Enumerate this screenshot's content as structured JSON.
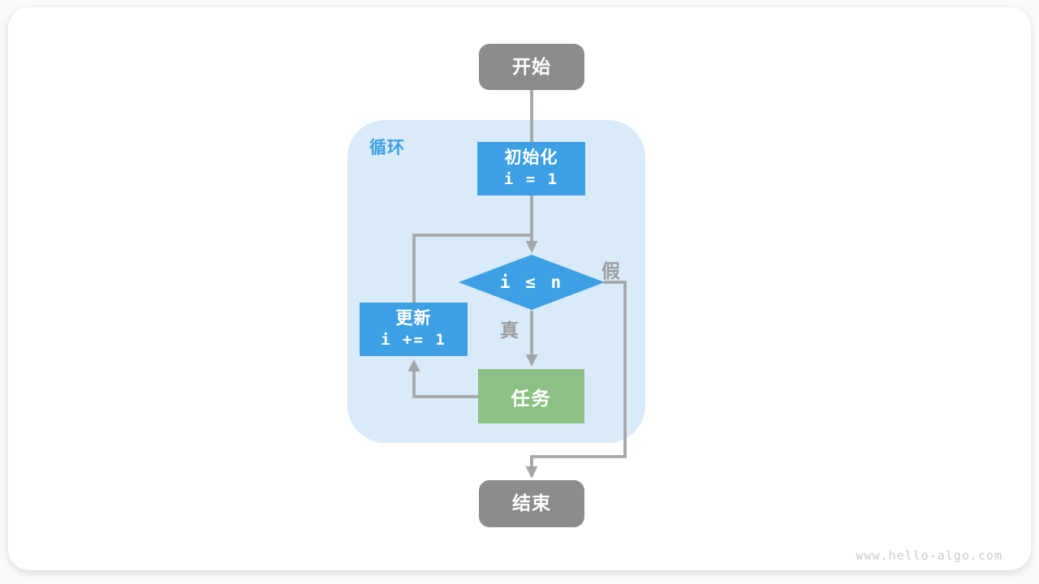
{
  "figure": {
    "watermark": "www.hello-algo.com",
    "loop_label": "循环",
    "nodes": {
      "start": {
        "label": "开始"
      },
      "init": {
        "label": "初始化",
        "code": "i = 1"
      },
      "condition": {
        "label": "i ≤ n"
      },
      "task": {
        "label": "任务"
      },
      "update": {
        "label": "更新",
        "code": "i += 1"
      },
      "end": {
        "label": "结束"
      }
    },
    "edge_labels": {
      "true": "真",
      "false": "假"
    }
  },
  "colors": {
    "node-blue": "#3da0e4",
    "node-green": "#8cc084",
    "node-gray": "#8c8c8c",
    "loop-bg": "#d9eaf8",
    "loop-label": "#3da0e4",
    "edge": "#a6a6a6",
    "edge-label": "#9c9c9c",
    "watermark": "#cbcbcb"
  }
}
